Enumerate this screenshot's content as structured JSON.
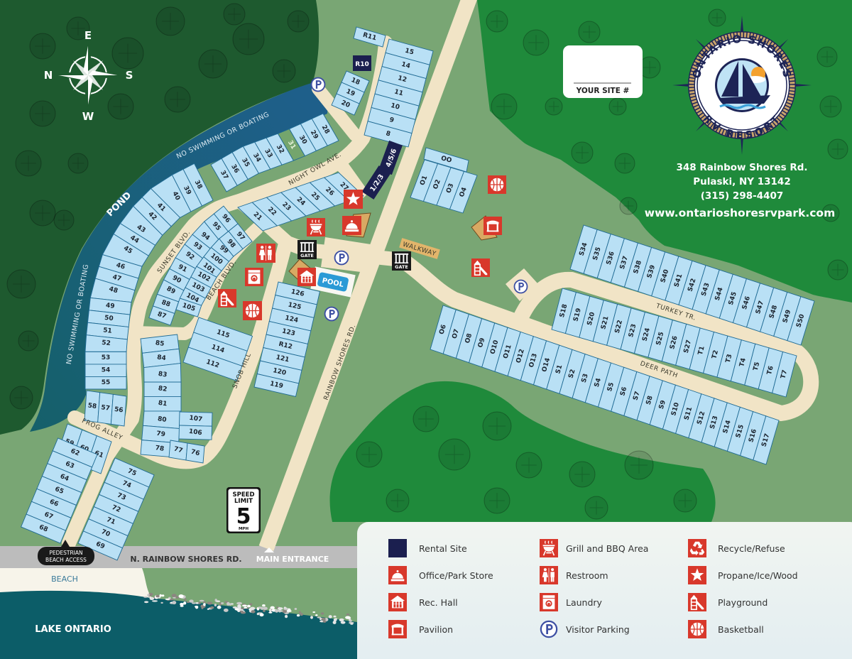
{
  "logo": {
    "line1": "ONTARIO SHORES",
    "line2": "RV RESORT"
  },
  "address": {
    "street": "348 Rainbow Shores Rd.",
    "city": "Pulaski, NY 13142",
    "phone": "(315) 298-4407",
    "website": "www.ontarioshoresrvpark.com"
  },
  "your_site": {
    "label": "YOUR SITE #",
    "value": ""
  },
  "compass": {
    "top": "E",
    "left": "N",
    "right": "S",
    "bottom": "W"
  },
  "water": {
    "pond": "POND",
    "pond_warning_top": "NO SWIMMING OR BOATING",
    "pond_warning_left": "NO SWIMMING OR BOATING",
    "lake": "LAKE ONTARIO",
    "beach": "BEACH"
  },
  "roads": {
    "night_owl": "NIGHT OWL AVE.",
    "sunset": "SUNSET BLVD.",
    "beach_blvd": "BEACH BLVD.",
    "snob_hill": "SNOB HILL",
    "frog_alley": "FROG ALLEY",
    "rainbow_shores": "RAINBOW SHORES RD.",
    "turkey": "TURKEY TR.",
    "deer": "DEER PATH",
    "walkway": "WALKWAY",
    "north_rainbow": "N. RAINBOW SHORES RD."
  },
  "facilities": {
    "pool": "POOL",
    "gate_west": "GATE",
    "gate_east": "GATE",
    "beach_access_line1": "PEDESTRIAN",
    "beach_access_line2": "BEACH ACCESS",
    "main_entrance": "MAIN ENTRANCE"
  },
  "speed_limit": {
    "line1": "SPEED",
    "line2": "LIMIT",
    "value": "5",
    "unit": "MPH"
  },
  "rentals": {
    "r10": "R10",
    "r123": "1/2/3",
    "r456": "4/5/6"
  },
  "sites": {
    "s34_s50": [
      "S34",
      "S35",
      "S36",
      "S37",
      "S38",
      "S39",
      "S40",
      "S41",
      "S42",
      "S43",
      "S44",
      "S45",
      "S46",
      "S47",
      "S48",
      "S49",
      "S50"
    ],
    "s18_t7": [
      "S18",
      "S19",
      "S20",
      "S21",
      "S22",
      "S23",
      "S24",
      "S25",
      "S26",
      "S27",
      "T1",
      "T2",
      "T3",
      "T4",
      "T5",
      "T6",
      "T7"
    ],
    "o6_s17": [
      "O6",
      "O7",
      "O8",
      "O9",
      "O10",
      "O11",
      "O12",
      "O13",
      "O14",
      "S1",
      "S2",
      "S3",
      "S4",
      "S5",
      "S6",
      "S7",
      "S8",
      "S9",
      "S10",
      "S11",
      "S12",
      "S13",
      "S14",
      "S15",
      "S16",
      "S17"
    ],
    "o0": [
      "OO"
    ],
    "o1_o4": [
      "O1",
      "O2",
      "O3",
      "O4"
    ],
    "r11": [
      "R11"
    ],
    "n15_8": [
      "15",
      "14",
      "12",
      "11",
      "10",
      "9",
      "8"
    ],
    "n18_20": [
      "18",
      "19",
      "20"
    ],
    "n28_37": [
      "28",
      "29",
      "30",
      "31",
      "32",
      "33",
      "34",
      "35",
      "36",
      "37"
    ],
    "n21_27": [
      "21",
      "22",
      "23",
      "24",
      "25",
      "26",
      "27"
    ],
    "n38_55": [
      "38",
      "39",
      "40",
      "41",
      "42",
      "43",
      "44",
      "45",
      "46",
      "47",
      "48",
      "49",
      "50",
      "51",
      "52",
      "53",
      "54",
      "55"
    ],
    "n58_56": [
      "58",
      "57",
      "56"
    ],
    "n59_61": [
      "59",
      "60",
      "61"
    ],
    "n62_68": [
      "62",
      "63",
      "64",
      "65",
      "66",
      "67",
      "68"
    ],
    "n75_69": [
      "75",
      "74",
      "73",
      "72",
      "71",
      "70",
      "69"
    ],
    "n96_87": [
      "96",
      "95",
      "94",
      "93",
      "92",
      "91",
      "90",
      "89",
      "88",
      "87"
    ],
    "n97_105": [
      "97",
      "98",
      "99",
      "100",
      "101",
      "102",
      "103",
      "104",
      "105"
    ],
    "n85_78": [
      "85",
      "84",
      "83",
      "82",
      "81",
      "80",
      "79",
      "78"
    ],
    "n115_112": [
      "115",
      "114",
      "112"
    ],
    "n107_106": [
      "107",
      "106"
    ],
    "n77_76": [
      "77",
      "76"
    ],
    "n126_119": [
      "126",
      "125",
      "124",
      "123",
      "R12",
      "121",
      "120",
      "119"
    ]
  },
  "green_lots": [
    "31"
  ],
  "legend": [
    {
      "icon": "rental-site",
      "label": "Rental Site"
    },
    {
      "icon": "office",
      "label": "Office/Park Store"
    },
    {
      "icon": "rec-hall",
      "label": "Rec. Hall"
    },
    {
      "icon": "pavilion",
      "label": "Pavilion"
    },
    {
      "icon": "grill",
      "label": "Grill and BBQ Area"
    },
    {
      "icon": "restroom",
      "label": "Restroom"
    },
    {
      "icon": "laundry",
      "label": "Laundry"
    },
    {
      "icon": "parking",
      "label": "Visitor Parking"
    },
    {
      "icon": "recycle",
      "label": "Recycle/Refuse"
    },
    {
      "icon": "star",
      "label": "Propane/Ice/Wood"
    },
    {
      "icon": "playground",
      "label": "Playground"
    },
    {
      "icon": "basketball",
      "label": "Basketball"
    }
  ],
  "colors": {
    "grass": "#79a674",
    "dark_forest": "#1e5a2f",
    "forest": "#1f8a3b",
    "pond": "#1f5f8c",
    "lake": "#0c5d68",
    "road": "#f1e4c6",
    "site_fill": "#b9e0f5",
    "site_stroke": "#1f6a93",
    "green_lot": "#74a56d",
    "rental": "#1b1f4f",
    "icon_red": "#d8382b",
    "parking_blue": "#3d4fa3",
    "navy": "#1d2456"
  }
}
